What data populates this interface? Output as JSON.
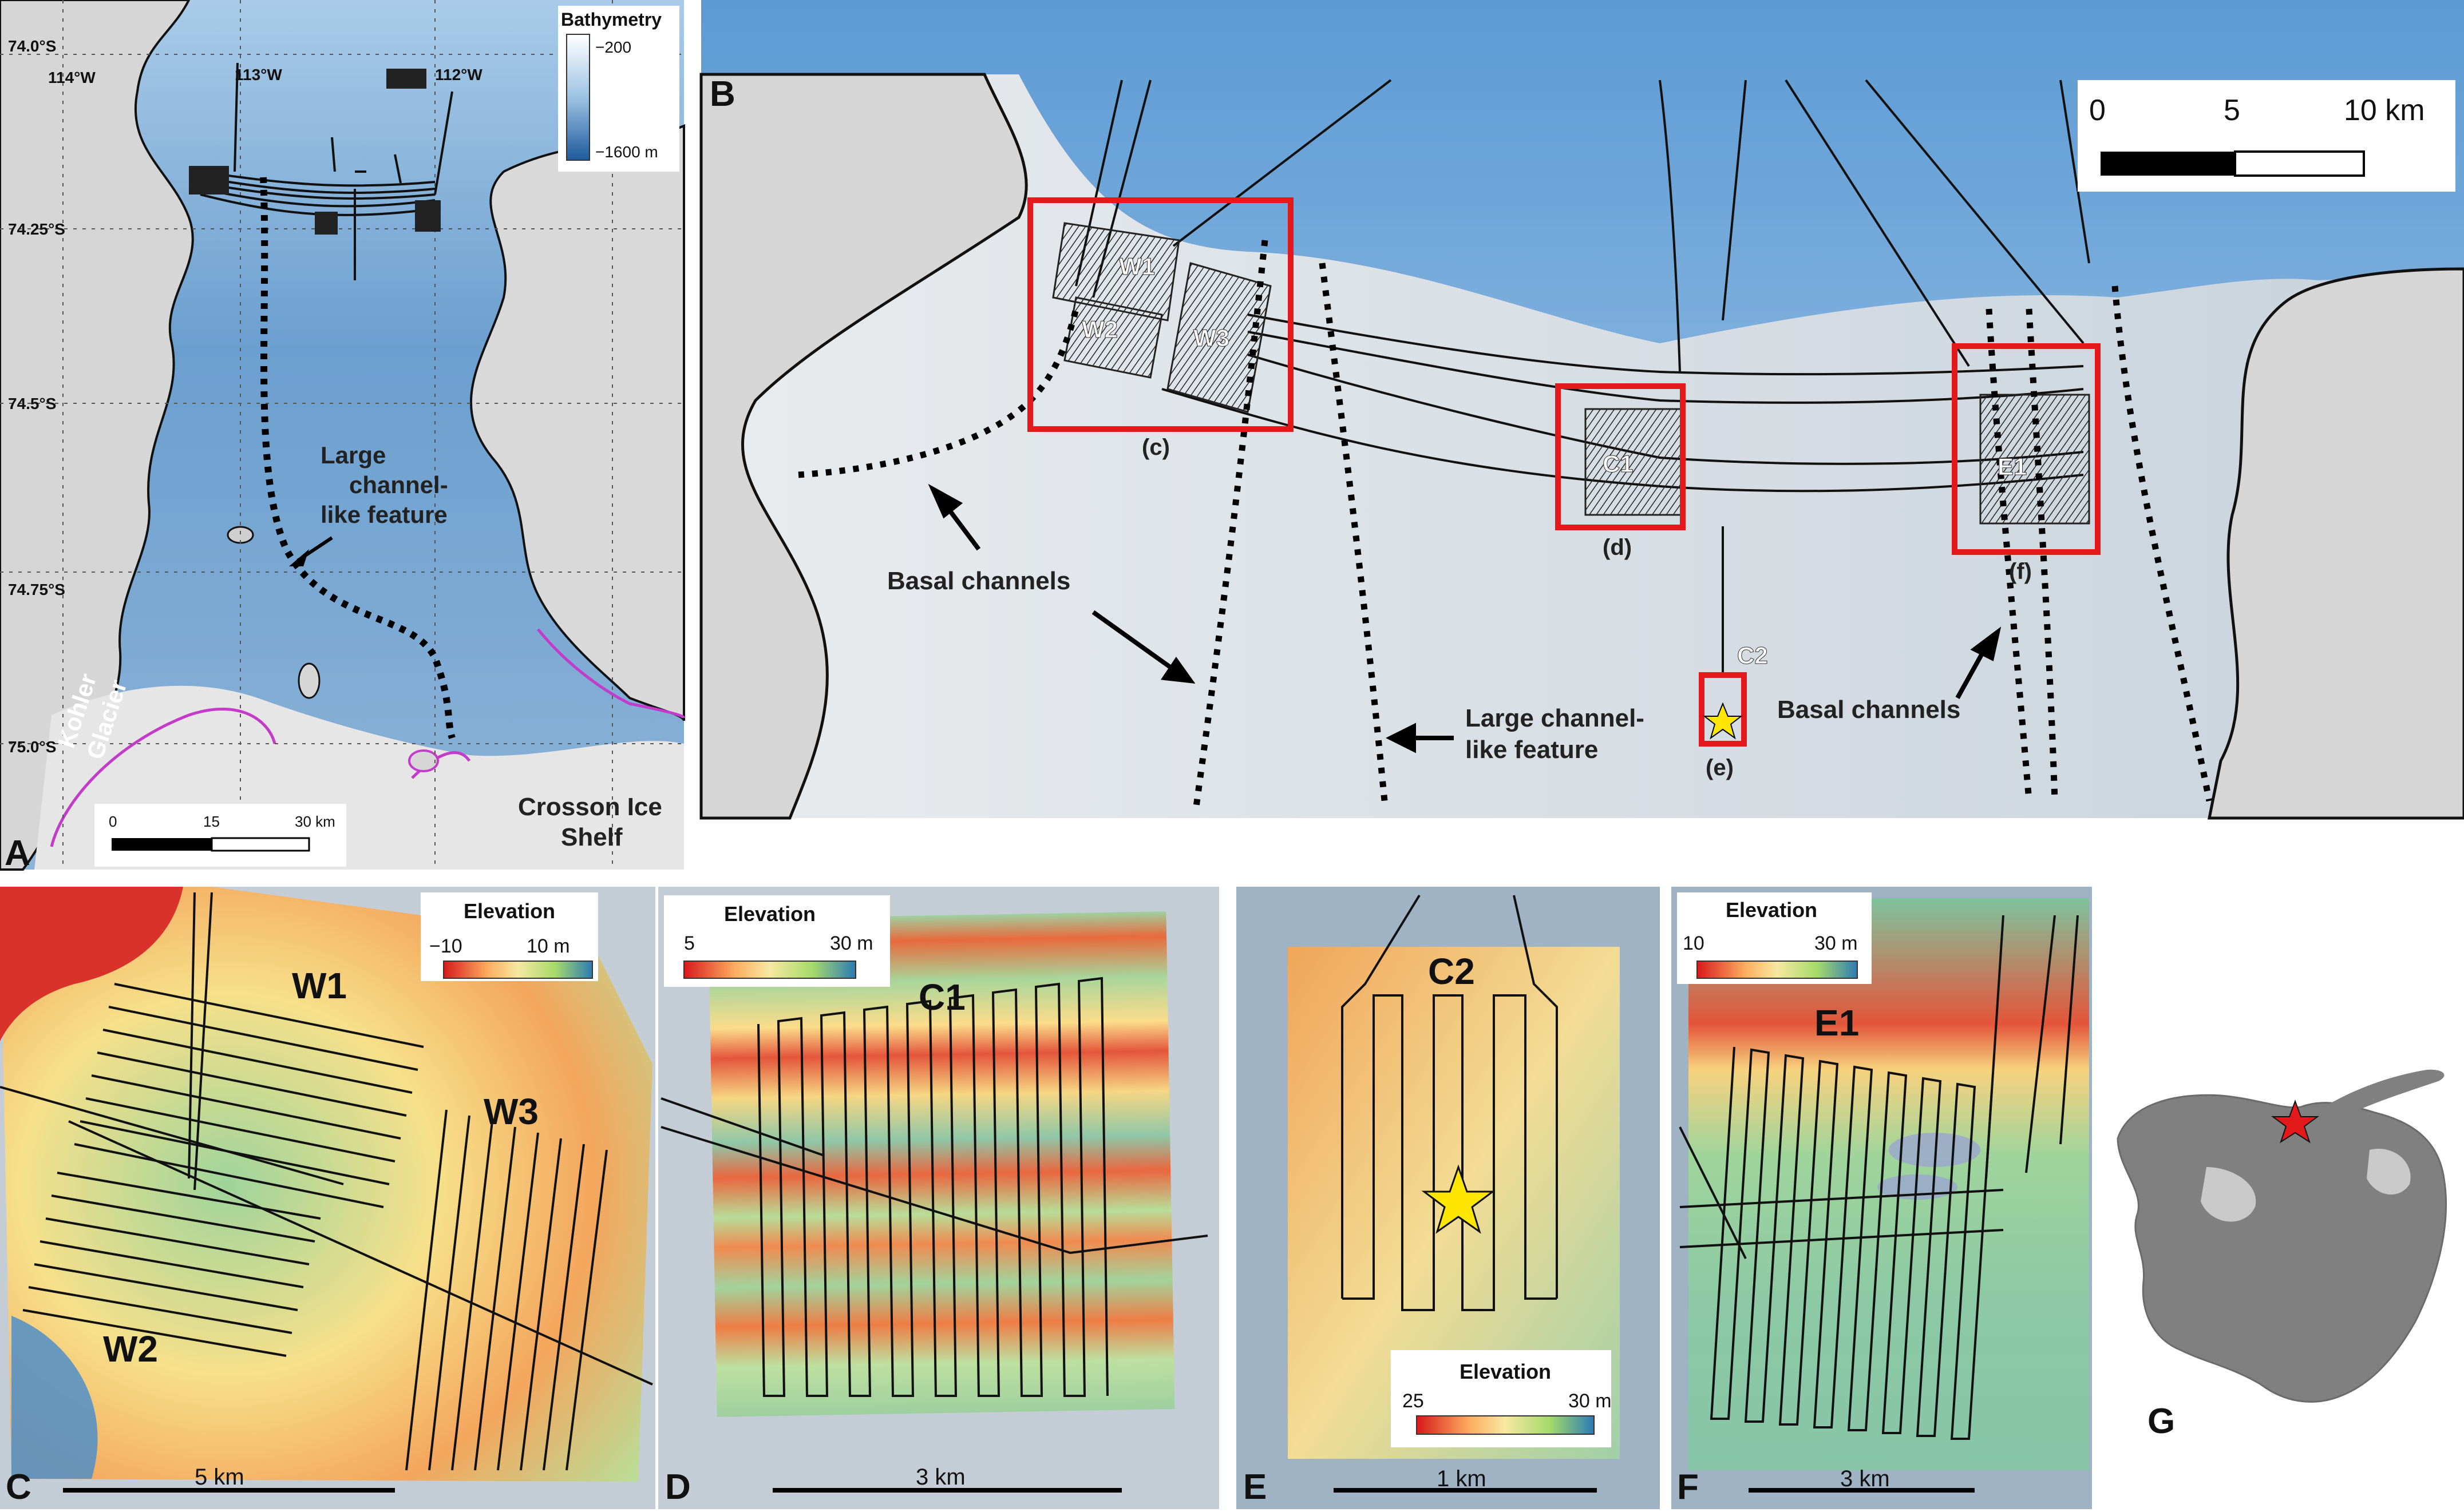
{
  "panel_a": {
    "letter": "A",
    "lat_labels": [
      "74.0°S",
      "74.25°S",
      "74.5°S",
      "74.75°S",
      "75.0°S"
    ],
    "lon_labels": [
      "114°W",
      "113°W",
      "112°W"
    ],
    "legend": {
      "title": "Bathymetry",
      "max_label": "−200",
      "min_label": "−1600 m",
      "colors": [
        "#ffffff",
        "#9cc3e3",
        "#1e5a9e"
      ]
    },
    "annotation": "Large channel- like feature",
    "annotation_lines": [
      "Large",
      "channel-",
      "like feature"
    ],
    "glacier_label_1": "Kohler",
    "glacier_label_2": "Glacier",
    "shelf_label_1": "Crosson Ice",
    "shelf_label_2": "Shelf",
    "scale": {
      "ticks": [
        "0",
        "15",
        "30 km"
      ]
    }
  },
  "panel_b": {
    "letter": "B",
    "scale": {
      "ticks": [
        "0",
        "5",
        "10 km"
      ]
    },
    "boxes": [
      {
        "label": "W1"
      },
      {
        "label": "W2"
      },
      {
        "label": "W3"
      },
      {
        "label": "C1"
      },
      {
        "label": "C2"
      },
      {
        "label": "E1"
      }
    ],
    "box_captions": [
      "(c)",
      "(d)",
      "(e)",
      "(f)"
    ],
    "annotations": {
      "basal_left": "Basal channels",
      "large_channel_1": "Large channel-",
      "large_channel_2": "like feature",
      "basal_right": "Basal channels"
    }
  },
  "panel_c": {
    "letter": "C",
    "labels": [
      "W1",
      "W2",
      "W3"
    ],
    "legend": {
      "title": "Elevation",
      "min": "−10",
      "max": "10 m"
    },
    "scale": "5 km"
  },
  "panel_d": {
    "letter": "D",
    "label": "C1",
    "legend": {
      "title": "Elevation",
      "min": "5",
      "max": "30 m"
    },
    "scale": "3 km"
  },
  "panel_e": {
    "letter": "E",
    "label": "C2",
    "legend": {
      "title": "Elevation",
      "min": "25",
      "max": "30 m"
    },
    "scale": "1 km"
  },
  "panel_f": {
    "letter": "F",
    "label": "E1",
    "legend": {
      "title": "Elevation",
      "min": "10",
      "max": "30 m"
    },
    "scale": "3 km"
  },
  "panel_g": {
    "letter": "G",
    "marker": "red-star"
  },
  "colors": {
    "elevation_low": "#d7191c",
    "elevation_mid": "#f6e8a0",
    "elevation_high": "#2c7bb6",
    "box_red": "#e3191b",
    "rock_grey": "#d9d9d9",
    "ocean_blue": "#6fa4cf"
  }
}
